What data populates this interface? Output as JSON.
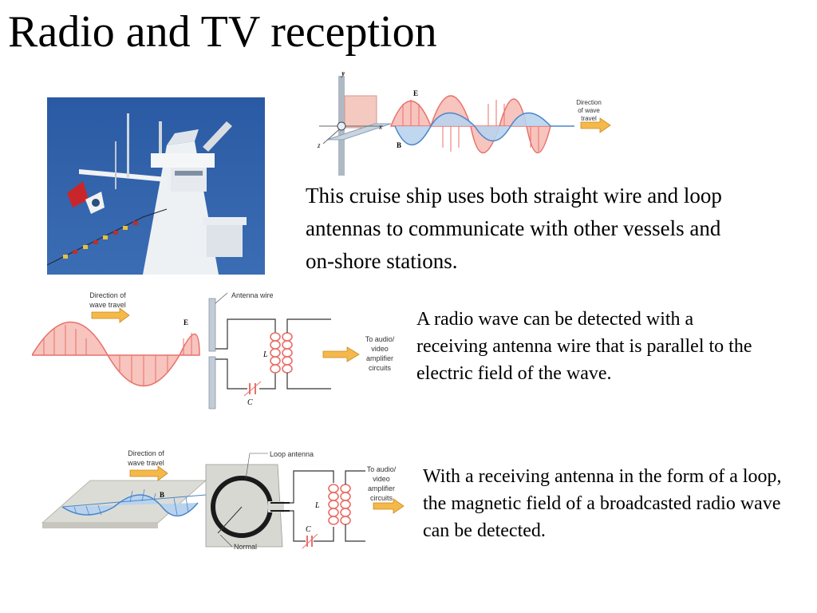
{
  "slide": {
    "title": "Radio and TV reception",
    "caption_ship": "This cruise ship uses both straight wire and loop antennas to communicate with other vessels and on-shore stations.",
    "caption_wire": "A radio wave can be detected with a receiving antenna wire that is parallel to the electric field of the wave.",
    "caption_loop": "With a receiving antenna in the form of a loop, the magnetic field of a broadcasted radio wave can be detected."
  },
  "fig_top": {
    "y_label": "y",
    "x_label": "x",
    "z_label": "z",
    "e_label": "E",
    "b_label": "B",
    "direction_line1": "Direction",
    "direction_line2": "of wave",
    "direction_line3": "travel"
  },
  "fig_wire": {
    "direction_line1": "Direction of",
    "direction_line2": "wave travel",
    "e_label": "E",
    "antenna_label": "Antenna wire",
    "l_label": "L",
    "c_label": "C",
    "out_line1": "To audio/",
    "out_line2": "video",
    "out_line3": "amplifier",
    "out_line4": "circuits"
  },
  "fig_loop": {
    "direction_line1": "Direction of",
    "direction_line2": "wave travel",
    "b_label": "B",
    "loop_label": "Loop antenna",
    "normal_label": "Normal",
    "l_label": "L",
    "c_label": "C",
    "out_line1": "To audio/",
    "out_line2": "video",
    "out_line3": "amplifier",
    "out_line4": "circuits"
  },
  "colors": {
    "e_field": "#e8706a",
    "e_fill": "#f7c4be",
    "b_field": "#4a86c8",
    "b_fill": "#b9d3ee",
    "arrow": "#f5b84a",
    "sky": "#2f5fa6"
  }
}
